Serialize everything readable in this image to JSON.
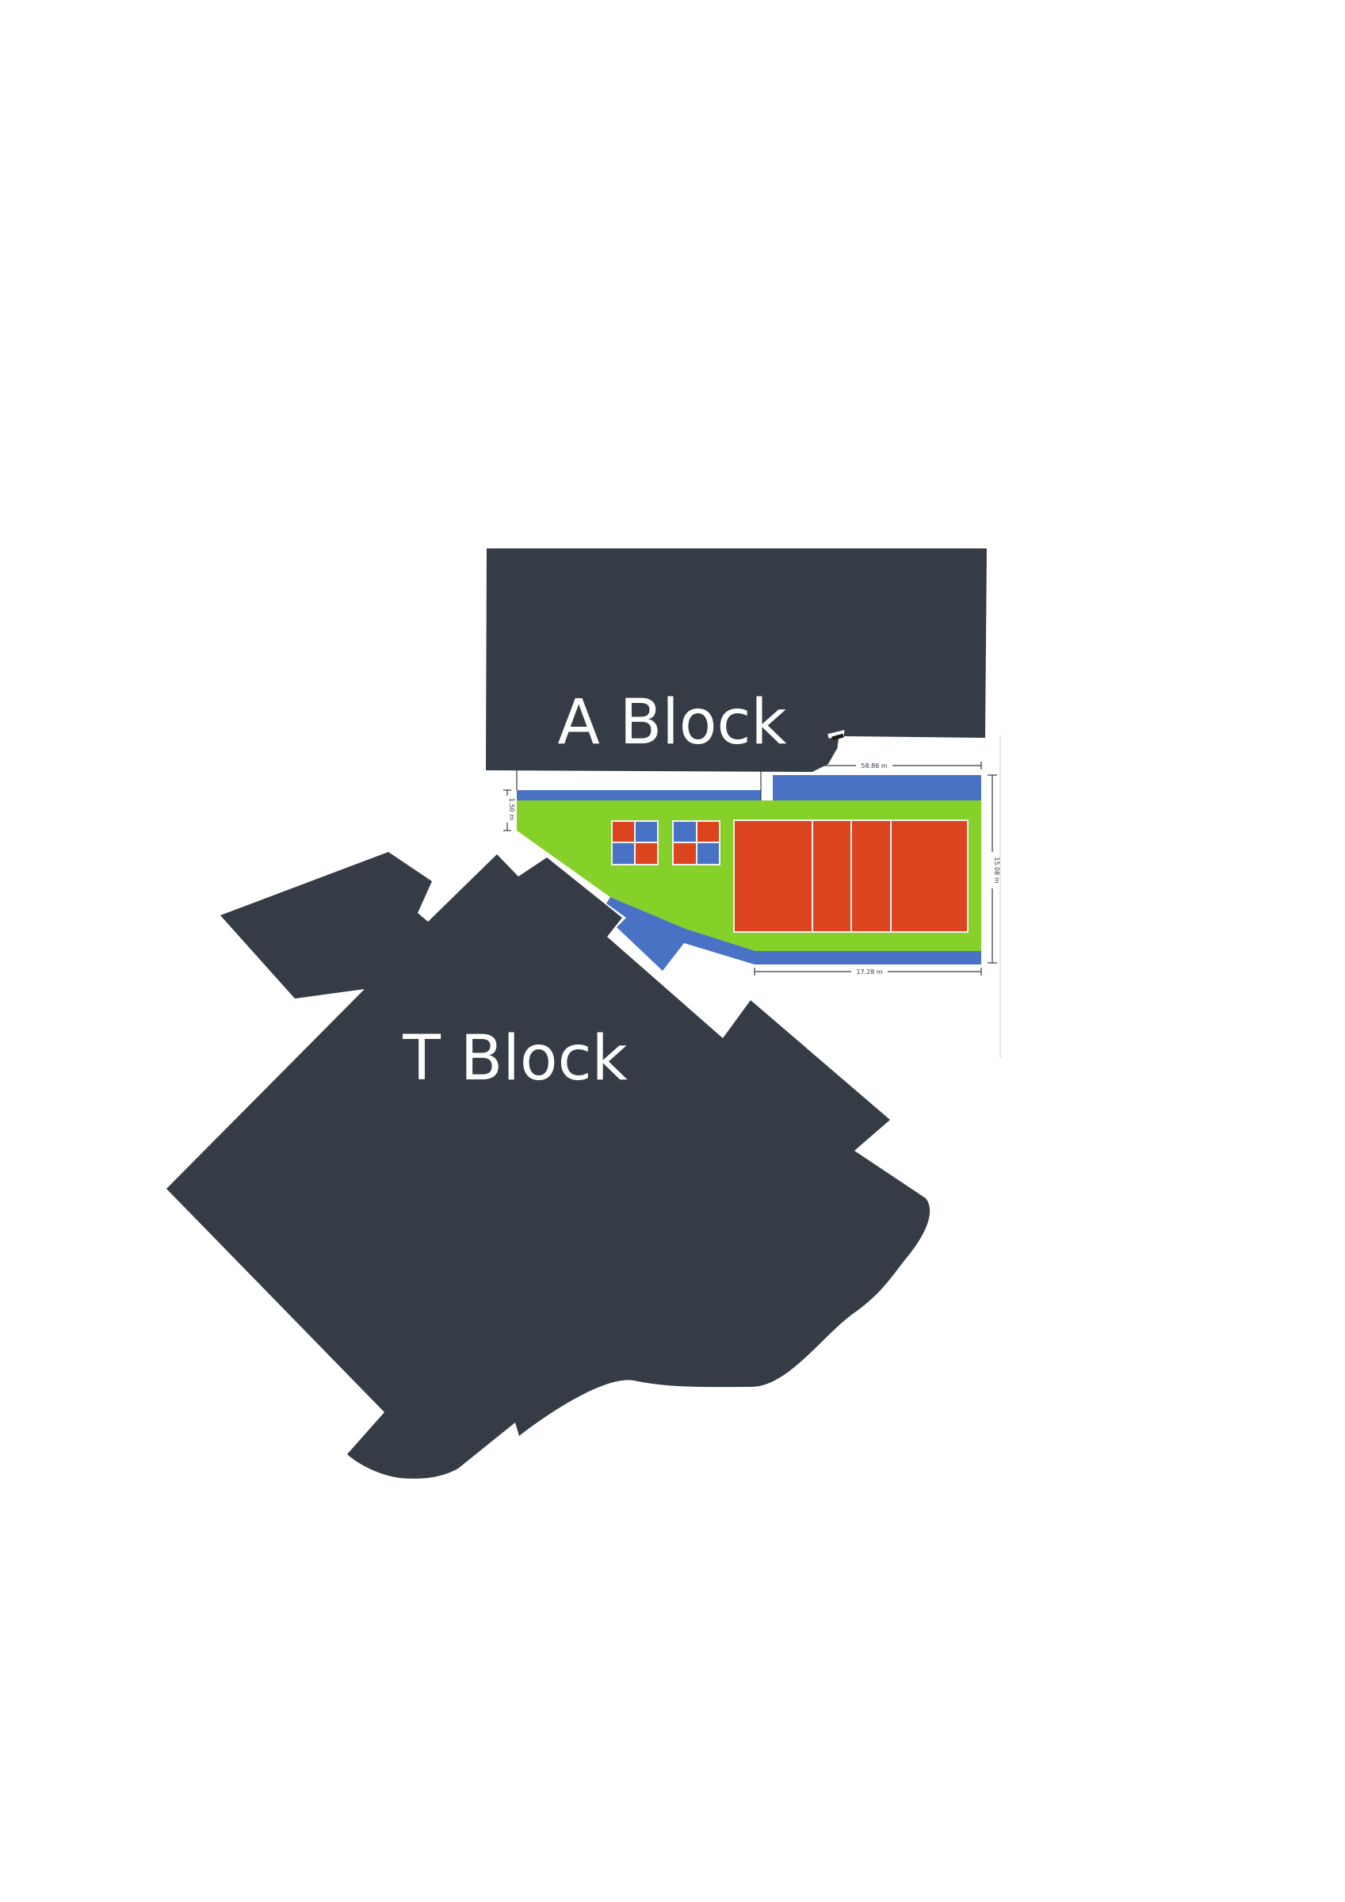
{
  "buildings": {
    "a_block": {
      "label": "A Block"
    },
    "t_block": {
      "label": "T Block"
    }
  },
  "dimensions": {
    "top_width": "58.86 m",
    "bottom_width": "17.28 m",
    "right_height": "15.08 m",
    "left_height": "1.50 m"
  },
  "colors": {
    "building": "#353c46",
    "path": "#4a72c4",
    "grass": "#86d02a",
    "court": "#dc431f",
    "court_line": "#f2f2f2"
  }
}
